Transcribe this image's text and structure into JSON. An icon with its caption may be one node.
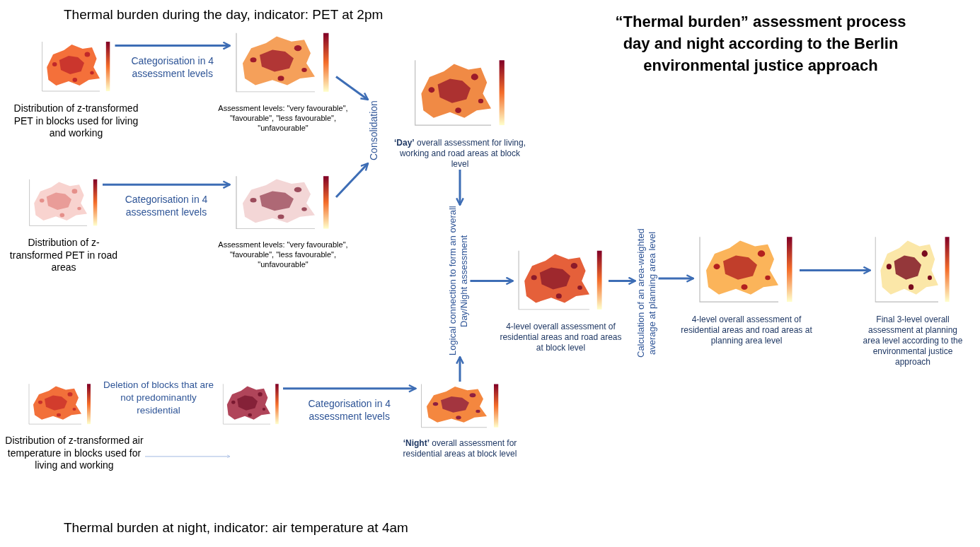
{
  "diagram": {
    "title": "“Thermal burden” assessment process day and night according to the Berlin environmental justice approach",
    "nodes": [
      {
        "text": [
          "Distribution of z-transformed PET in blocks used for living and working"
        ]
      },
      {
        "text": [
          "Assessment levels: \"very favourable\", \"favourable\", \"less favourable\", \"unfavourable\""
        ]
      },
      {
        "text": [
          "**‘Day’** overall assessment for living, working and road areas at block level"
        ]
      },
      {
        "text": [
          "Distribution of z-transformed PET in road areas"
        ]
      },
      {
        "text": [
          "Assessment levels: \"very favourable\", \"favourable\", \"less favourable\", \"unfavourable\""
        ]
      },
      {
        "text": [
          "Distribution of z-transformed air temperature in blocks used for living and working"
        ]
      },
      {
        "text": [],
        "shape": "picture"
      },
      {
        "text": [
          "**‘Night’** overall assessment for residential areas at block level"
        ]
      },
      {
        "text": [
          "4-level overall assessment of residential areas and road areas at block level"
        ]
      },
      {
        "text": [
          "4-level overall assessment of residential areas and road areas at planning area level"
        ]
      },
      {
        "text": [
          "Final 3-level overall assessment at planning area level according to the environmental justice approach"
        ]
      },
      {
        "text": [
          "Logical connection to form an overall Day/Night assessment"
        ]
      },
      {
        "text": [
          "Calculation of an area-weighted average at planning area level"
        ]
      },
      {
        "text": [
          "Consolidation"
        ]
      }
    ],
    "edges": [
      {
        "from": 0,
        "to": 1,
        "arrow": "to",
        "label": "Categorisation in 4 assessment levels"
      },
      {
        "from": 3,
        "to": 4,
        "arrow": "to",
        "label": "Categorisation in 4 assessment levels"
      },
      {
        "from": 1,
        "to": 13,
        "arrow": "to"
      },
      {
        "from": 4,
        "to": 13,
        "arrow": "to"
      },
      {
        "from": 5,
        "to": null,
        "arrow": "to",
        "color": "#b4c7e7"
      },
      {
        "from": 6,
        "to": 7,
        "arrow": "to",
        "label": "Categorisation in 4 assessment levels"
      },
      {
        "from": 2,
        "to": 11,
        "arrow": "to"
      },
      {
        "from": 7,
        "to": 11,
        "arrow": "to"
      },
      {
        "from": 11,
        "to": 8,
        "arrow": "to"
      },
      {
        "from": 8,
        "to": 12,
        "arrow": "to"
      },
      {
        "from": 12,
        "to": 9,
        "arrow": "to"
      },
      {
        "from": 9,
        "to": 10,
        "arrow": "to"
      }
    ],
    "labels": [
      "Thermal burden during the day, indicator: PET at 2pm",
      "Deletion of blocks that are not predominantly residential",
      "Thermal burden at night, indicator: air temperature at 4am"
    ]
  }
}
